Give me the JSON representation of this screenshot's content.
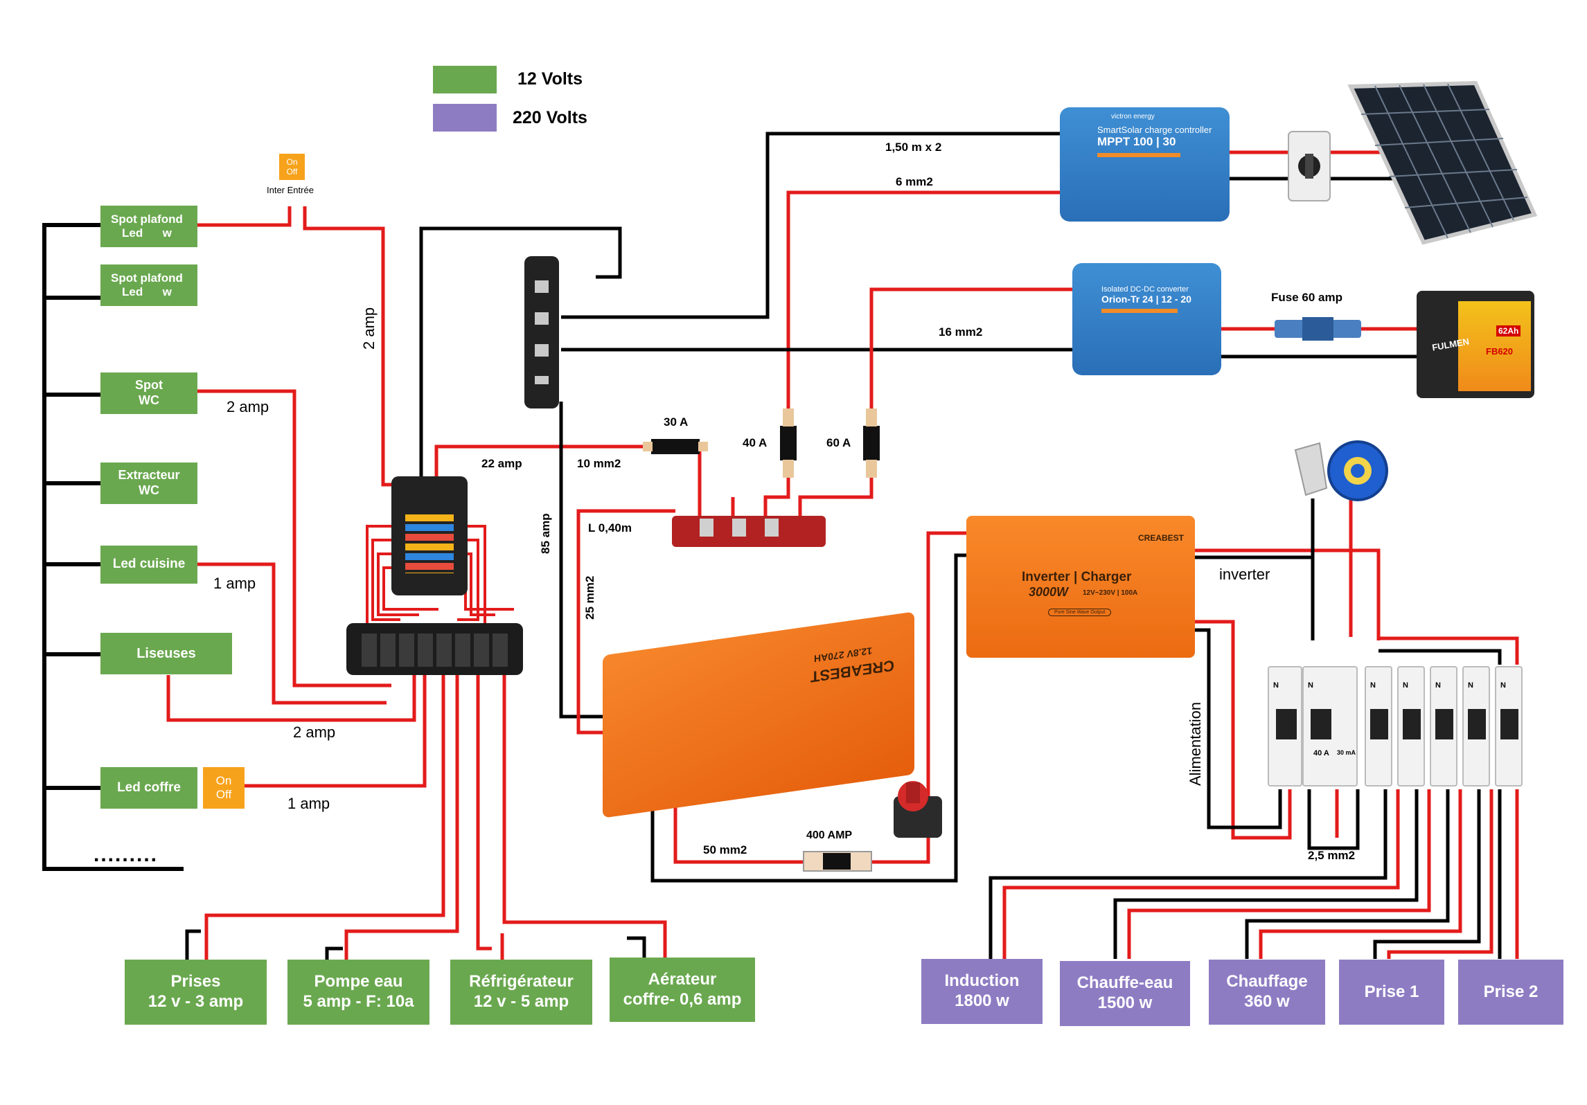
{
  "legend": [
    {
      "label": "12 Volts",
      "color": "#6aa84f"
    },
    {
      "label": "220 Volts",
      "color": "#8e7cc3"
    }
  ],
  "colors": {
    "wire_red": "#e31b1b",
    "wire_black": "#000000",
    "green": "#6aa84f",
    "purple": "#8e7cc3",
    "orange": "#f7a21b"
  },
  "left_loads": [
    {
      "label": "Spot plafond\nLed      w"
    },
    {
      "label": "Spot plafond\nLed      w"
    },
    {
      "label": "Spot\nWC"
    },
    {
      "label": "Extracteur\nWC"
    },
    {
      "label": "Led cuisine"
    },
    {
      "label": "Liseuses"
    },
    {
      "label": "Led coffre"
    }
  ],
  "switches": {
    "entry_switch": "On\nOff",
    "entry_switch_caption": "Inter Entrée",
    "coffre_switch": "On\nOff"
  },
  "bottom_loads_12v": [
    {
      "label": "Prises\n12 v - 3 amp"
    },
    {
      "label": "Pompe eau\n5 amp - F: 10a"
    },
    {
      "label": "Réfrigérateur\n12 v - 5 amp"
    },
    {
      "label": "Aérateur\ncoffre- 0,6 amp"
    }
  ],
  "bottom_loads_220v": [
    {
      "label": "Induction\n1800 w"
    },
    {
      "label": "Chauffe-eau\n1500 w"
    },
    {
      "label": "Chauffage\n360 w"
    },
    {
      "label": "Prise 1"
    },
    {
      "label": "Prise 2"
    }
  ],
  "wire_labels": {
    "spot_2amp": "2 amp",
    "vertical_2amp": "2 amp",
    "led_cuisine_1amp": "1 amp",
    "liseuses_2amp": "2 amp",
    "led_coffre_1amp": "1 amp",
    "solar_cable": "1,50 m x 2",
    "mppt_cable": "6 mm2",
    "orion_cable": "16 mm2",
    "fuse_panel_22amp": "22 amp",
    "fuse_panel_10mm2": "10 mm2",
    "fuse_30a": "30 A",
    "fuse_40a": "40 A",
    "fuse_60a": "60 A",
    "busbar_85amp": "85 amp",
    "bus_length": "L 0,40m",
    "battery_25mm2": "25 mm2",
    "battery_50mm2": "50 mm2",
    "main_fuse": "400 AMP",
    "fuse_60_amp": "Fuse 60 amp",
    "inverter_out": "inverter",
    "alimentation": "Alimentation",
    "mm2_25": "2,5 mm2",
    "dots": "........."
  },
  "devices": {
    "mppt_brand": "victron energy",
    "mppt_line1": "SmartSolar charge controller",
    "mppt_line2": "MPPT 100 | 30",
    "orion_line1": "Isolated DC-DC converter",
    "orion_line2": "Orion-Tr 24 | 12 - 20",
    "inverter_brand": "CREABEST",
    "inverter_title": "Inverter | Charger",
    "inverter_power": "3000W",
    "inverter_spec": "12V~230V | 100A",
    "inverter_badge": "Pure Sine Wave Output",
    "battery_brand": "CREABEST",
    "battery_spec": "12.8V 270AH",
    "starter_battery_brand": "FULMEN",
    "starter_battery_model": "FB620",
    "starter_battery_ah": "62Ah",
    "breaker_main": "40 A",
    "breaker_diff": "30 mA"
  }
}
